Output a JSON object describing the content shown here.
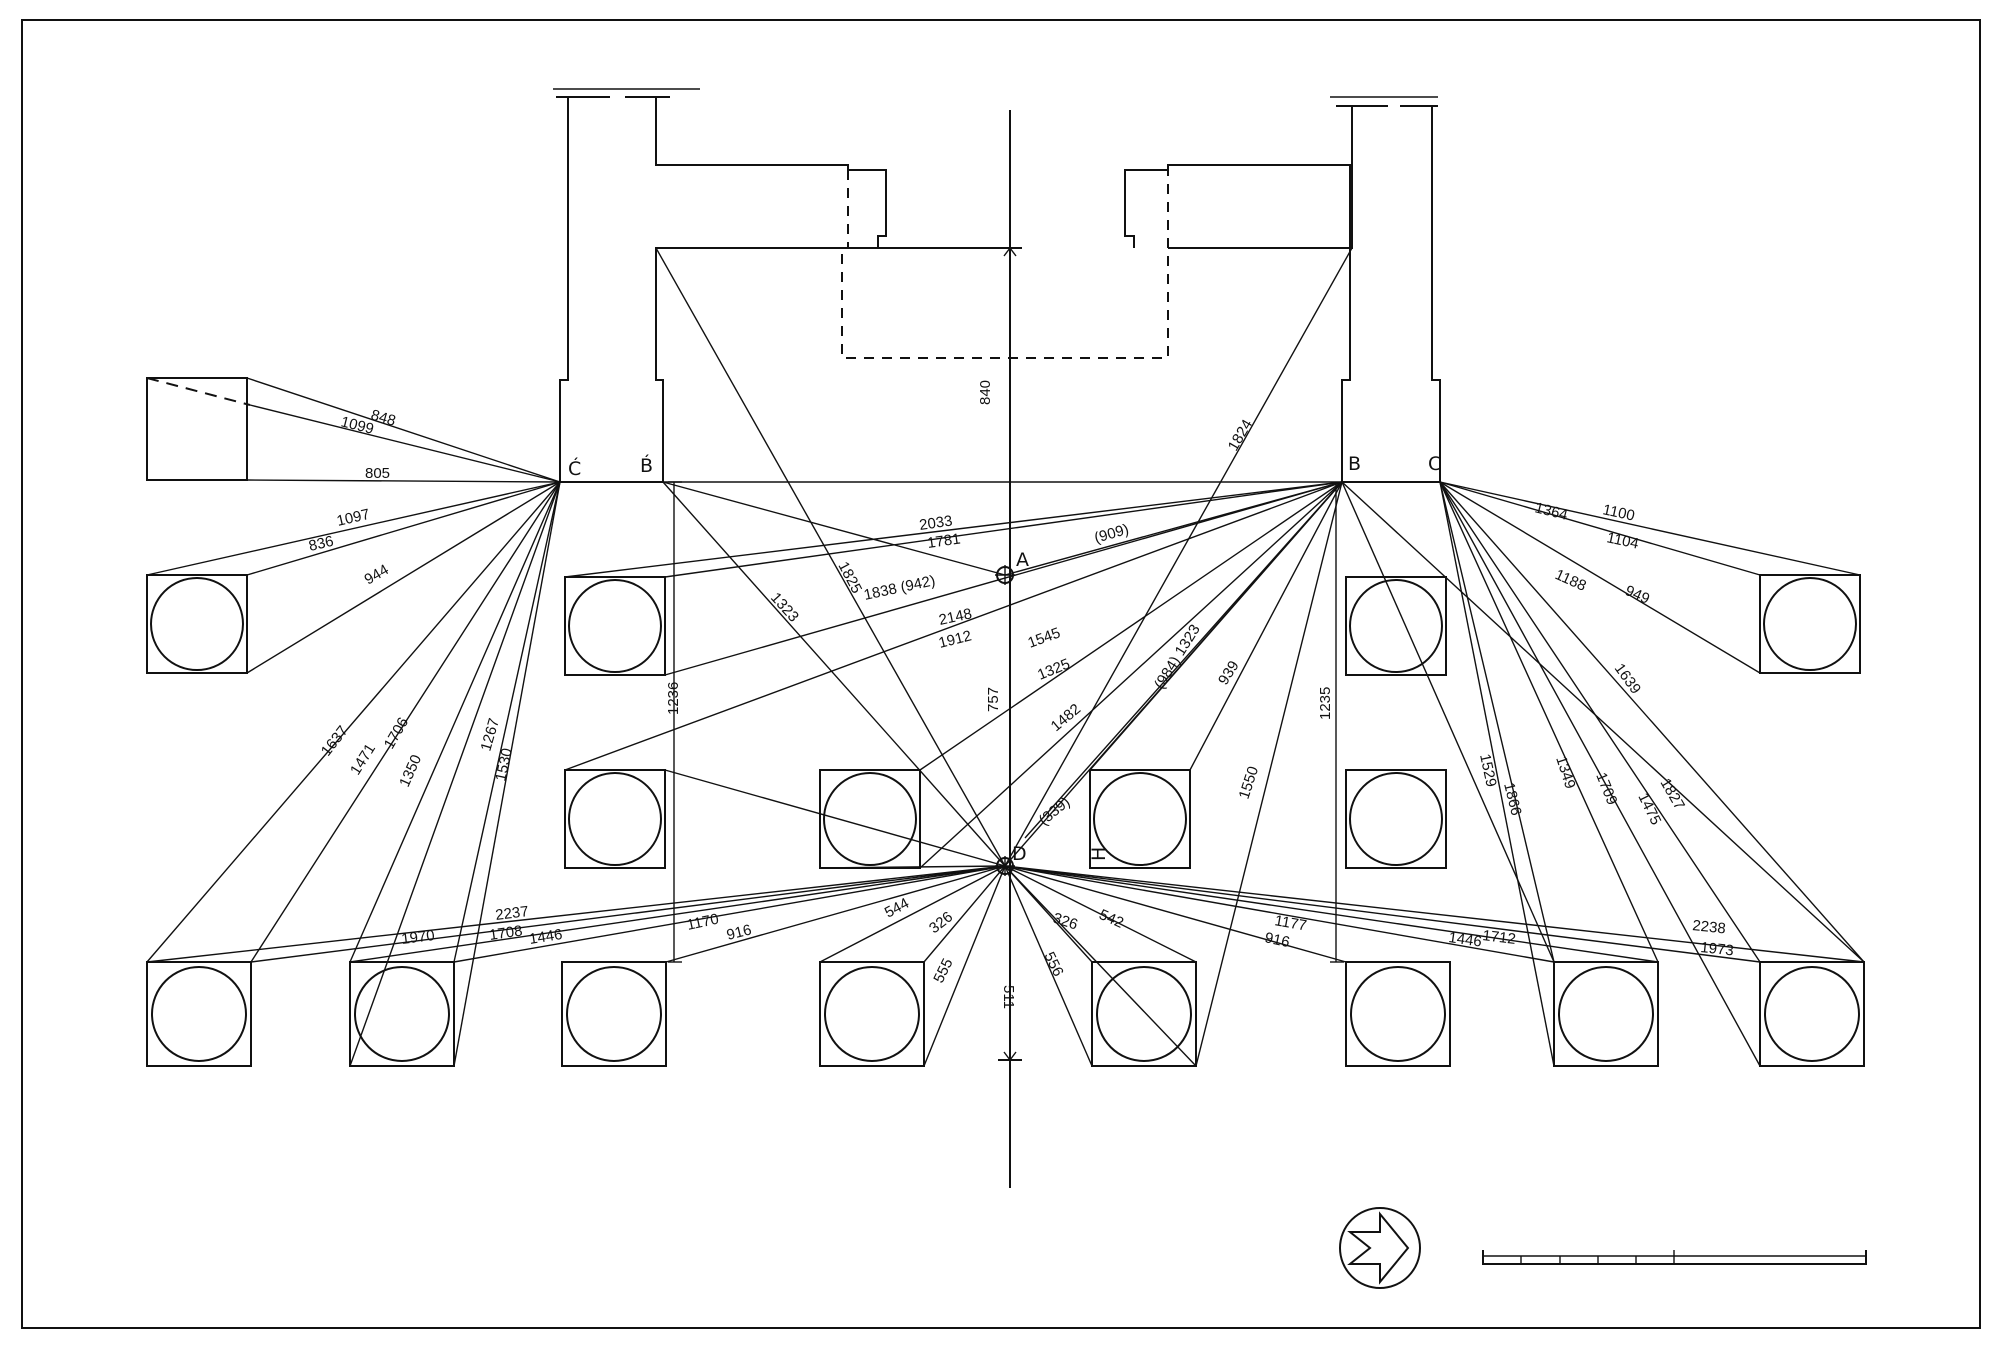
{
  "colors": {
    "ink": "#111111",
    "paper": "#ffffff"
  },
  "point_labels": {
    "c_prime": "Ć",
    "b_prime": "B́",
    "b": "B",
    "c": "C",
    "a": "A",
    "d": "D",
    "h": "H"
  },
  "dimensions": {
    "axis_upper": "840",
    "axis_lower": "511",
    "left_vertical": "1236",
    "right_vertical": "1235"
  },
  "distances_c_prime": [
    "848",
    "1099",
    "805",
    "1097",
    "836",
    "944",
    "1637",
    "1471",
    "1706",
    "1350",
    "1267",
    "1530"
  ],
  "distances_b_prime": [
    "1323",
    "1825"
  ],
  "distances_a": [
    "2033",
    "1781",
    "1838 (942)",
    "(909)"
  ],
  "distances_b": [
    "1824",
    "2148",
    "1912",
    "1545",
    "1325",
    "1482",
    "(984) 1323",
    "939",
    "1550",
    "(339)"
  ],
  "distances_c": [
    "1364",
    "1100",
    "1104",
    "1188",
    "949",
    "1639",
    "1529",
    "1866",
    "1349",
    "1709",
    "1475",
    "1827"
  ],
  "distances_d": [
    "757",
    "2237",
    "1970",
    "1708",
    "1446",
    "1170",
    "916",
    "544",
    "326",
    "555",
    "326",
    "556",
    "542",
    "1177",
    "916",
    "1446",
    "1712",
    "2238",
    "1973"
  ],
  "icons": [
    "north-arrow-icon"
  ],
  "scale_bar": {
    "ticks": 5
  }
}
